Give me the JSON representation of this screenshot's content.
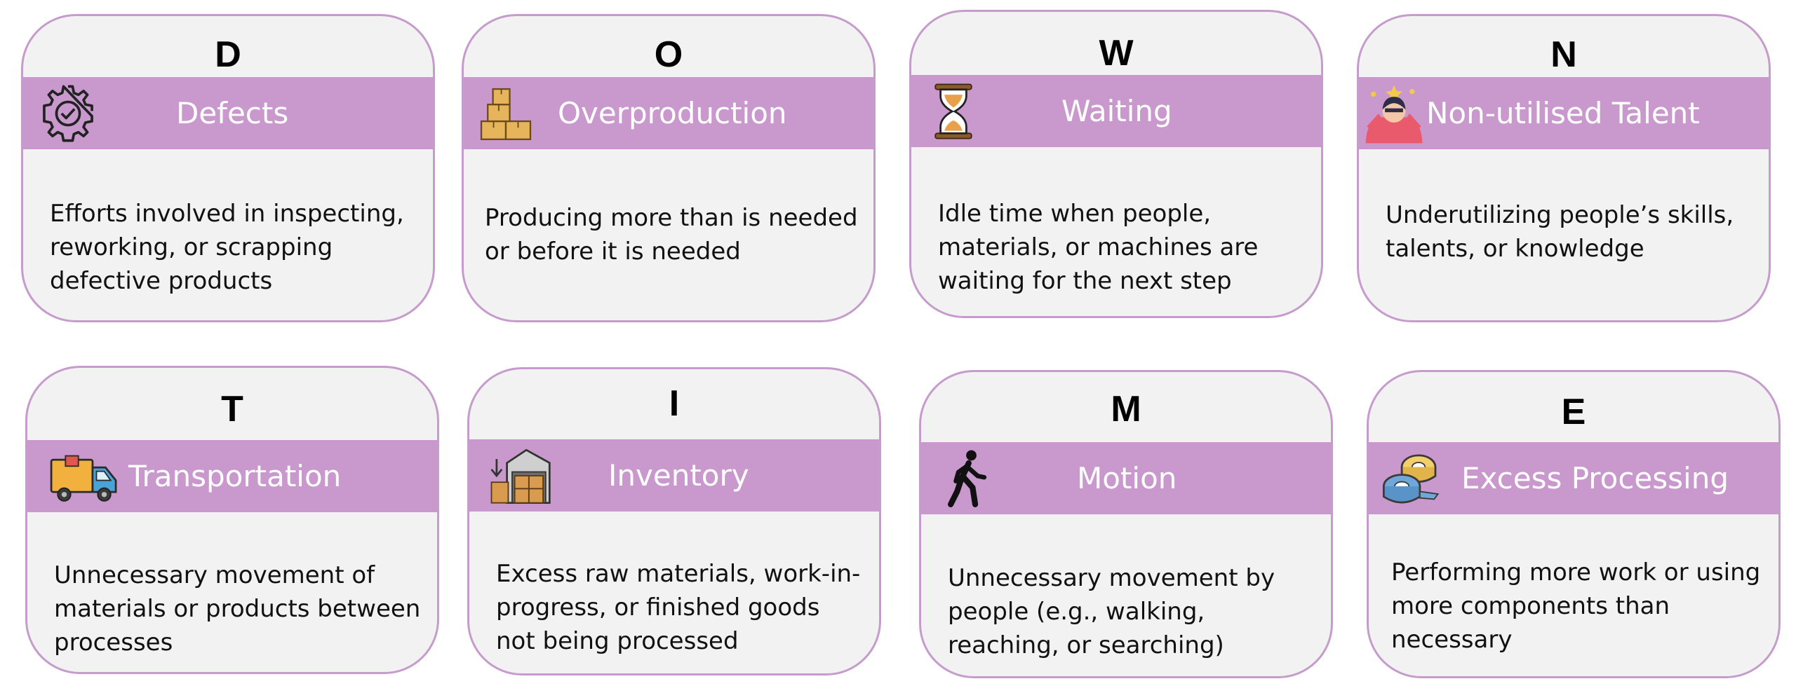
{
  "cards": [
    {
      "letter": "D",
      "title": "Defects",
      "description": "Efforts involved in inspecting, reworking, or scrapping defective products",
      "icon": "gear-icon"
    },
    {
      "letter": "O",
      "title": "Overproduction",
      "description": "Producing more than is needed or before it is needed",
      "icon": "stacked-boxes-icon"
    },
    {
      "letter": "W",
      "title": "Waiting",
      "description": "Idle time when people, materials, or machines are waiting for the next step",
      "icon": "hourglass-icon"
    },
    {
      "letter": "N",
      "title": "Non-utilised Talent",
      "description": "Underutilizing people’s skills, talents, or knowledge",
      "icon": "person-icon"
    },
    {
      "letter": "T",
      "title": "Transportation",
      "description": "Unnecessary movement of materials or products between processes",
      "icon": "truck-icon"
    },
    {
      "letter": "I",
      "title": "Inventory",
      "description": "Excess raw materials, work-in-progress, or finished goods not being processed",
      "icon": "warehouse-icon"
    },
    {
      "letter": "M",
      "title": "Motion",
      "description": "Unnecessary movement by people (e.g., walking, reaching, or searching)",
      "icon": "walking-person-icon"
    },
    {
      "letter": "E",
      "title": "Excess Processing",
      "description": "Performing more work or using more components than necessary",
      "icon": "tape-rolls-icon"
    }
  ]
}
